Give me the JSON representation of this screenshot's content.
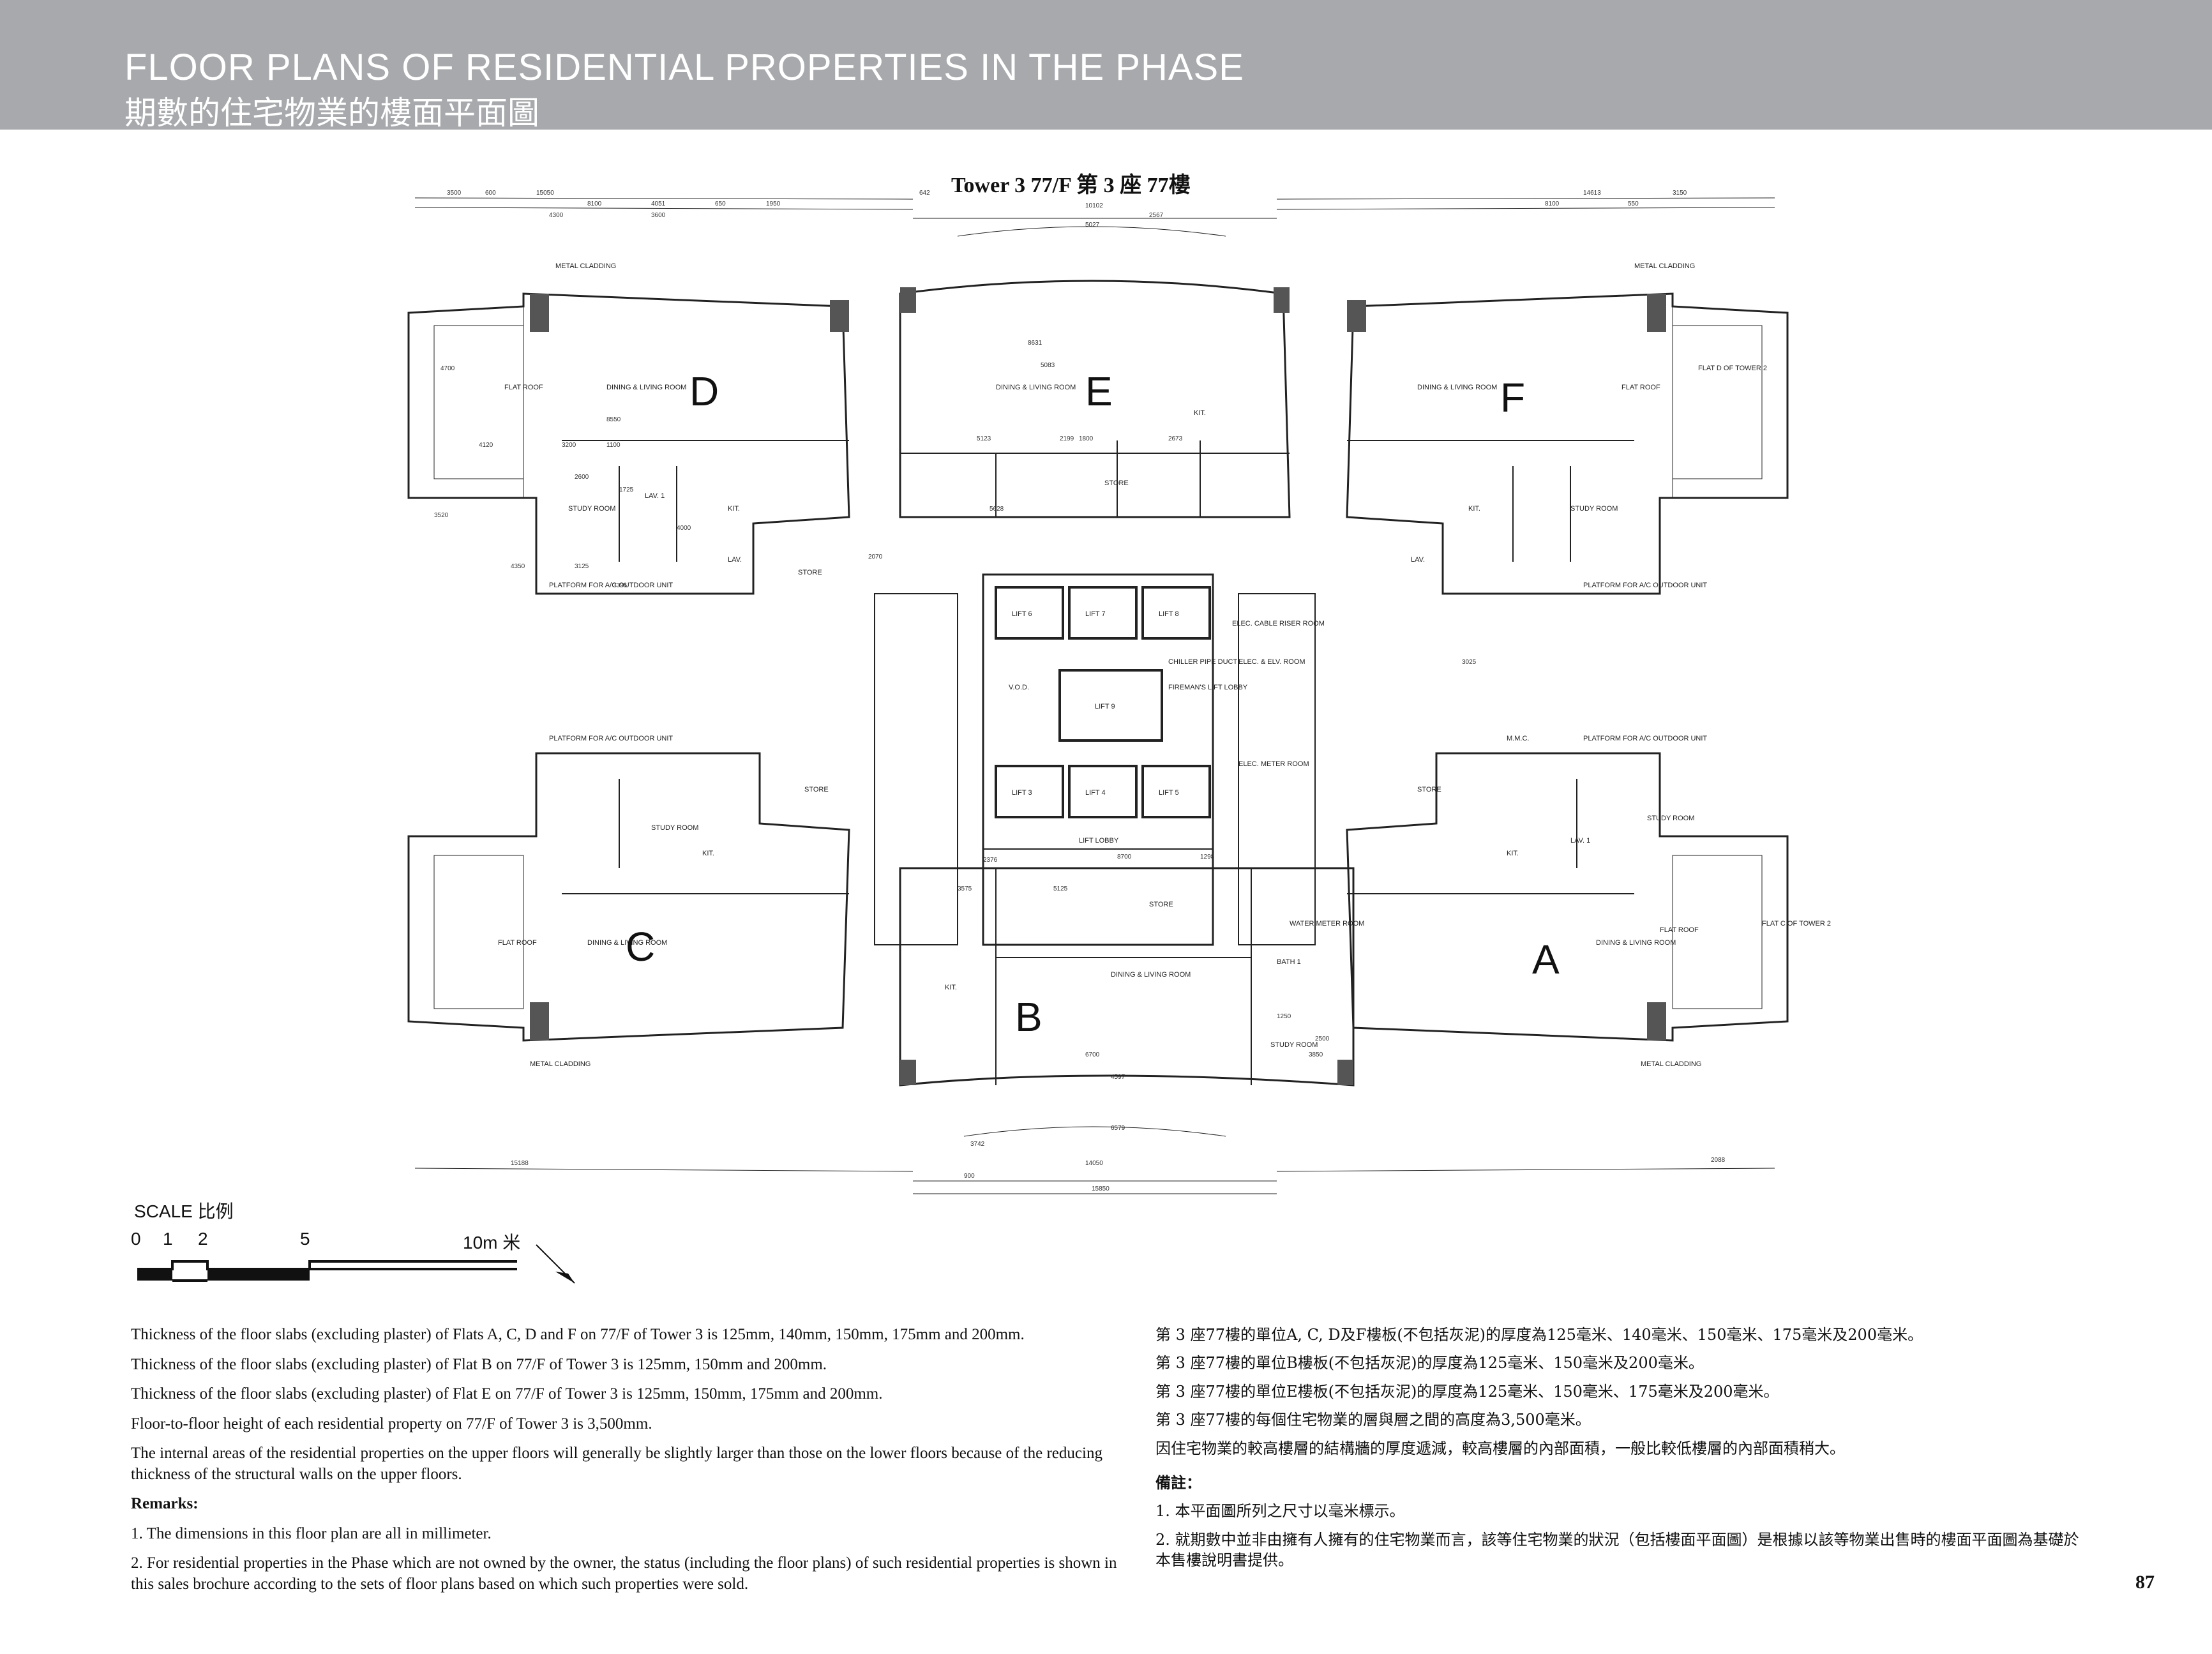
{
  "header": {
    "title_en": "FLOOR PLANS OF RESIDENTIAL PROPERTIES IN THE PHASE",
    "title_zh": "期數的住宅物業的樓面平面圖"
  },
  "plan": {
    "title": "Tower 3   77/F    第 3 座   77樓",
    "flats": [
      "D",
      "E",
      "F",
      "C",
      "B",
      "A"
    ],
    "rooms": {
      "dining_living": "DINING & LIVING ROOM",
      "flat_roof": "FLAT ROOF",
      "study": "STUDY ROOM",
      "kit": "KIT.",
      "lav1": "LAV. 1",
      "lav": "LAV.",
      "store": "STORE",
      "bath1": "BATH 1",
      "lift6": "LIFT 6",
      "lift7": "LIFT 7",
      "lift8": "LIFT 8",
      "lift9": "LIFT 9",
      "lift3": "LIFT 3",
      "lift4": "LIFT 4",
      "lift5": "LIFT 5",
      "lift_lobby": "LIFT LOBBY",
      "firemans_lobby": "FIREMAN'S LIFT LOBBY",
      "chiller": "CHILLER PIPE DUCT",
      "elec_riser": "ELEC. CABLE RISER ROOM",
      "elec_elv": "ELEC. & ELV. ROOM",
      "elec_meter": "ELEC. METER ROOM",
      "water_meter": "WATER METER ROOM",
      "metal_cladding": "METAL CLADDING",
      "platform": "PLATFORM FOR A/C OUTDOOR UNIT",
      "flat_d_t2": "FLAT D OF TOWER 2",
      "flat_c_t2": "FLAT C OF TOWER 2",
      "mmc": "M.M.C.",
      "vod": "V.O.D."
    },
    "dims": [
      "3500",
      "600",
      "15050",
      "8100",
      "4051",
      "650",
      "1950",
      "642",
      "10102",
      "2567",
      "5027",
      "14613",
      "8100",
      "550",
      "3150",
      "4300",
      "3600",
      "8550",
      "3200",
      "1100",
      "4120",
      "4700",
      "8631",
      "5083",
      "5123",
      "2199",
      "1800",
      "2673",
      "5628",
      "3520",
      "4350",
      "3125",
      "3395",
      "2070",
      "8700",
      "2376",
      "1298",
      "5125",
      "3575",
      "6700",
      "3850",
      "4597",
      "6579",
      "14050",
      "15850",
      "900",
      "2088",
      "15188",
      "3742",
      "2600",
      "1725",
      "4000",
      "3025",
      "1250",
      "2500"
    ]
  },
  "scale": {
    "label": "SCALE 比例",
    "ticks": [
      "0",
      "1",
      "2",
      "5",
      "10m 米"
    ]
  },
  "notes_en": [
    "Thickness of the floor slabs (excluding plaster) of Flats A, C, D and F on 77/F of Tower 3 is 125mm, 140mm, 150mm, 175mm and 200mm.",
    "Thickness of the floor slabs (excluding plaster) of Flat B on 77/F of Tower 3 is 125mm, 150mm and 200mm.",
    "Thickness of the floor slabs (excluding plaster) of Flat E on 77/F of Tower 3 is 125mm, 150mm, 175mm and 200mm.",
    "Floor-to-floor height of each residential property on 77/F of Tower 3 is 3,500mm.",
    "The internal areas of the residential properties on the upper floors will generally be slightly larger than those on the lower floors because of the reducing thickness of the structural walls on the upper floors."
  ],
  "remarks_en": {
    "heading": "Remarks:",
    "items": [
      "1. The dimensions in this floor plan are all in millimeter.",
      "2. For residential properties in the Phase which are not owned by the owner, the status (including the floor plans) of such residential properties is shown in this sales brochure according to the sets of floor plans based on which such properties were sold."
    ]
  },
  "notes_zh": [
    "第 3 座77樓的單位A, C, D及F樓板(不包括灰泥)的厚度為125毫米、140毫米、150毫米、175毫米及200毫米。",
    "第 3 座77樓的單位B樓板(不包括灰泥)的厚度為125毫米、150毫米及200毫米。",
    "第 3 座77樓的單位E樓板(不包括灰泥)的厚度為125毫米、150毫米、175毫米及200毫米。",
    "第 3 座77樓的每個住宅物業的層與層之間的高度為3,500毫米。",
    "因住宅物業的較高樓層的結構牆的厚度遞減，較高樓層的內部面積，一般比較低樓層的內部面積稍大。"
  ],
  "remarks_zh": {
    "heading": "備註：",
    "items": [
      "1. 本平面圖所列之尺寸以毫米標示。",
      "2. 就期數中並非由擁有人擁有的住宅物業而言，該等住宅物業的狀況（包括樓面平面圖）是根據以該等物業出售時的樓面平面圖為基礎於本售樓說明書提供。"
    ]
  },
  "page_number": "87"
}
